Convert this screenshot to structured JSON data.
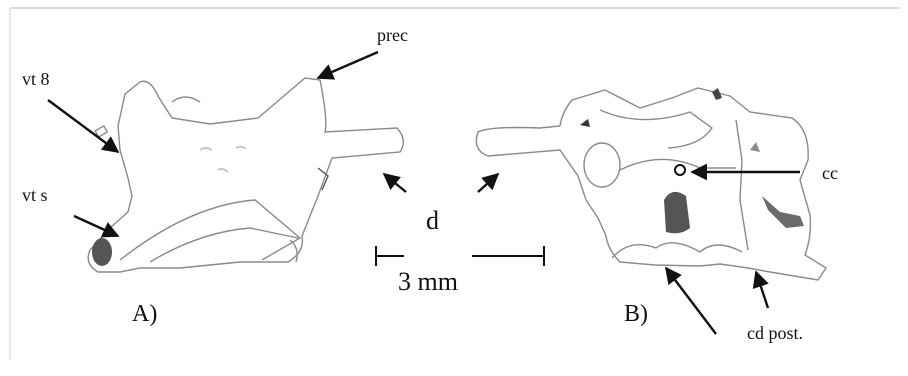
{
  "figure": {
    "labels": {
      "prec": "prec",
      "vt8": "vt 8",
      "vts": "vt s",
      "cc": "cc",
      "d": "d",
      "scale": "3 mm",
      "panelA": "A)",
      "panelB": "B)",
      "cdpost": "cd post."
    },
    "colors": {
      "ink": "#111111",
      "outline": "#8a8a8a",
      "shade": "#555555",
      "frame": "#bdbdbd"
    }
  }
}
